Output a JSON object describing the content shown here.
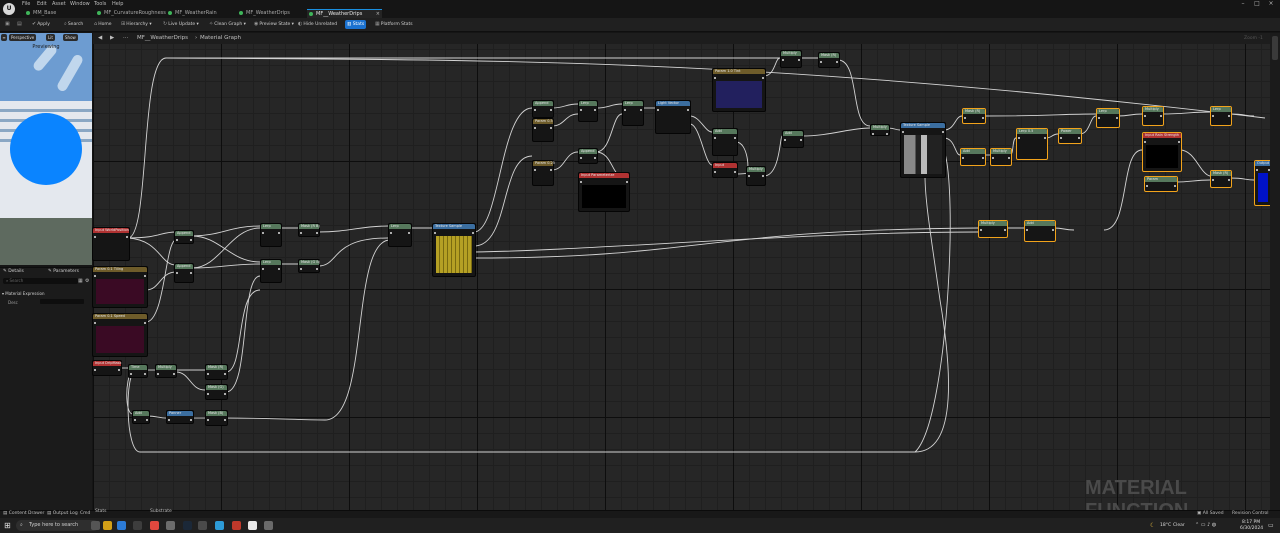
{
  "menu": {
    "items": [
      "File",
      "Edit",
      "Asset",
      "Window",
      "Tools",
      "Help"
    ]
  },
  "tabs": [
    {
      "label": "MM_Base",
      "active": false
    },
    {
      "label": "MF_CurvatureRoughness",
      "active": false
    },
    {
      "label": "MF_WeatherRain",
      "active": false
    },
    {
      "label": "MF_WeatherDrips",
      "active": false
    },
    {
      "label": "MF__WeatherDrips",
      "active": true
    }
  ],
  "toolbar": {
    "apply": "Apply",
    "search": "Search",
    "home": "Home",
    "hierarchy": "Hierarchy",
    "live_update": "Live Update",
    "clean_graph": "Clean Graph",
    "preview_state": "Preview State",
    "hide_unrelated": "Hide Unrelated",
    "stats": "Stats",
    "platform_stats": "Platform Stats"
  },
  "viewport": {
    "perspective": "Perspective",
    "lit": "Lit",
    "show": "Show",
    "preview_label": "Previewing"
  },
  "details": {
    "tab_details": "Details",
    "tab_parameters": "Parameters",
    "search_placeholder": "Search",
    "section": "Material Expression",
    "property": "Desc"
  },
  "graph": {
    "breadcrumb_root": "MF__WeatherDrips",
    "breadcrumb_leaf": "Material Graph",
    "zoom_label": "Zoom -1",
    "watermark": "MATERIAL FUNCTION"
  },
  "nodes": [
    {
      "id": "n1",
      "title": "Input WorldPosition",
      "color": "#b03232",
      "selected": false
    },
    {
      "id": "n2",
      "title": "Param 0.1 Tiling",
      "color": "#6e5c2a",
      "selected": false
    },
    {
      "id": "n3",
      "title": "Param 0.1 Speed",
      "color": "#6e5c2a",
      "selected": false
    },
    {
      "id": "n4",
      "title": "Input DripMask",
      "color": "#b03232",
      "selected": false
    },
    {
      "id": "n5",
      "title": "Append",
      "color": "#56785c",
      "selected": false
    },
    {
      "id": "n6",
      "title": "Append",
      "color": "#56785c",
      "selected": false
    },
    {
      "id": "n7",
      "title": "Lerp",
      "color": "#56785c",
      "selected": false
    },
    {
      "id": "n8",
      "title": "Lerp",
      "color": "#56785c",
      "selected": false
    },
    {
      "id": "n9",
      "title": "Mask (R B)",
      "color": "#56785c",
      "selected": false
    },
    {
      "id": "n10",
      "title": "Mask (G B)",
      "color": "#56785c",
      "selected": false
    },
    {
      "id": "n11",
      "title": "Lerp",
      "color": "#56785c",
      "selected": false
    },
    {
      "id": "n12",
      "title": "Texture Sample",
      "color": "#3b6ea0",
      "selected": false
    },
    {
      "id": "n13",
      "title": "Time",
      "color": "#56785c",
      "selected": false
    },
    {
      "id": "n14",
      "title": "Multiply",
      "color": "#56785c",
      "selected": false
    },
    {
      "id": "n15",
      "title": "Mask (R)",
      "color": "#56785c",
      "selected": false
    },
    {
      "id": "n16",
      "title": "Mask (G)",
      "color": "#56785c",
      "selected": false
    },
    {
      "id": "n17",
      "title": "Add",
      "color": "#56785c",
      "selected": false
    },
    {
      "id": "n18",
      "title": "Panner",
      "color": "#3b6ea0",
      "selected": false
    },
    {
      "id": "n19",
      "title": "Mask (B)",
      "color": "#56785c",
      "selected": false
    },
    {
      "id": "n20",
      "title": "Param 0.5",
      "color": "#6e5c2a",
      "selected": false
    },
    {
      "id": "n21",
      "title": "Param 0.25",
      "color": "#6e5c2a",
      "selected": false
    },
    {
      "id": "n22",
      "title": "Input Parameterize",
      "color": "#b03232",
      "selected": false
    },
    {
      "id": "n23",
      "title": "Append",
      "color": "#56785c",
      "selected": false
    },
    {
      "id": "n24",
      "title": "Lerp",
      "color": "#56785c",
      "selected": false
    },
    {
      "id": "n25",
      "title": "Append",
      "color": "#56785c",
      "selected": false
    },
    {
      "id": "n26",
      "title": "Light Vector",
      "color": "#3b6ea0",
      "selected": false
    },
    {
      "id": "n27",
      "title": "Lerp",
      "color": "#56785c",
      "selected": false
    },
    {
      "id": "n28",
      "title": "Input",
      "color": "#b03232",
      "selected": false
    },
    {
      "id": "n29",
      "title": "Add",
      "color": "#56785c",
      "selected": false
    },
    {
      "id": "n30",
      "title": "Multiply",
      "color": "#56785c",
      "selected": false
    },
    {
      "id": "n31",
      "title": "Param 1.0 Tint",
      "color": "#6e5c2a",
      "selected": false
    },
    {
      "id": "n32",
      "title": "Multiply",
      "color": "#56785c",
      "selected": false
    },
    {
      "id": "n33",
      "title": "Mask (R)",
      "color": "#56785c",
      "selected": false
    },
    {
      "id": "n34",
      "title": "Add",
      "color": "#56785c",
      "selected": false
    },
    {
      "id": "n35",
      "title": "Texture Sample",
      "color": "#3b6ea0",
      "selected": false
    },
    {
      "id": "n36",
      "title": "Multiply",
      "color": "#56785c",
      "selected": false
    },
    {
      "id": "n37",
      "title": "Mask (R)",
      "color": "#56785c",
      "selected": true
    },
    {
      "id": "n38",
      "title": "Add",
      "color": "#56785c",
      "selected": true
    },
    {
      "id": "n39",
      "title": "Lerp 0.5",
      "color": "#56785c",
      "selected": true
    },
    {
      "id": "n40",
      "title": "Multiply",
      "color": "#56785c",
      "selected": true
    },
    {
      "id": "n41",
      "title": "Power",
      "color": "#56785c",
      "selected": true
    },
    {
      "id": "n42",
      "title": "Lerp",
      "color": "#56785c",
      "selected": true
    },
    {
      "id": "n43",
      "title": "Input Rain Strength",
      "color": "#b03232",
      "selected": true
    },
    {
      "id": "n44",
      "title": "Param",
      "color": "#56785c",
      "selected": true
    },
    {
      "id": "n45",
      "title": "Multiply",
      "color": "#56785c",
      "selected": true
    },
    {
      "id": "n46",
      "title": "Lerp",
      "color": "#56785c",
      "selected": true
    },
    {
      "id": "n47",
      "title": "Mask (R)",
      "color": "#56785c",
      "selected": true
    },
    {
      "id": "n48",
      "title": "Multiply",
      "color": "#56785c",
      "selected": true
    },
    {
      "id": "n49",
      "title": "Add",
      "color": "#56785c",
      "selected": true
    },
    {
      "id": "n50",
      "title": "Output Result",
      "color": "#3b6ea0",
      "selected": true
    }
  ],
  "status": {
    "content_drawer": "Content Drawer",
    "output_log": "Output Log",
    "cmd": "Cmd",
    "stats": "Stats",
    "substrate": "Substrate",
    "all_saved": "All Saved",
    "revision": "Revision Control"
  },
  "taskbar": {
    "search": "Type here to search",
    "weather": "18°C",
    "weather_desc": "Clear",
    "time": "8:17 PM",
    "date": "6/30/2024"
  },
  "colors": {
    "accent": "#1b72d0",
    "selection": "#f2a31b",
    "sphere": "#0a84ff"
  }
}
